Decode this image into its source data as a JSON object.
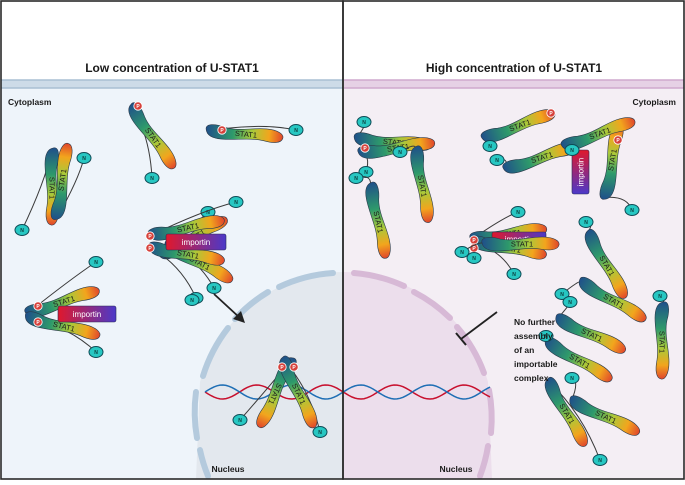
{
  "panels": {
    "left_title": "Low concentration of U-STAT1",
    "right_title": "High concentration of U-STAT1"
  },
  "labels": {
    "cytoplasm": "Cytoplasm",
    "nucleus": "Nucleus",
    "stat": "STAT1",
    "importin": "importin",
    "n_terminal": "N",
    "phospho": "P"
  },
  "annotation": {
    "lines": [
      "No further",
      "assembly",
      "of an",
      "importable",
      "complex"
    ]
  },
  "colors": {
    "left_cytoplasm": "#eef4fa",
    "right_cytoplasm": "#f4eef4",
    "left_membrane": "#b4cadd",
    "right_membrane": "#d7b9d6",
    "nucleus_fill": "#e4e8ec",
    "stat_gradient": [
      "#1f4f8a",
      "#2e9a6b",
      "#a9c93a",
      "#f2a51d",
      "#e0452c"
    ],
    "importin_gradient": [
      "#e0182c",
      "#4b39c9"
    ],
    "n_domain": "#27c7c2",
    "phospho": "#d6403a"
  }
}
